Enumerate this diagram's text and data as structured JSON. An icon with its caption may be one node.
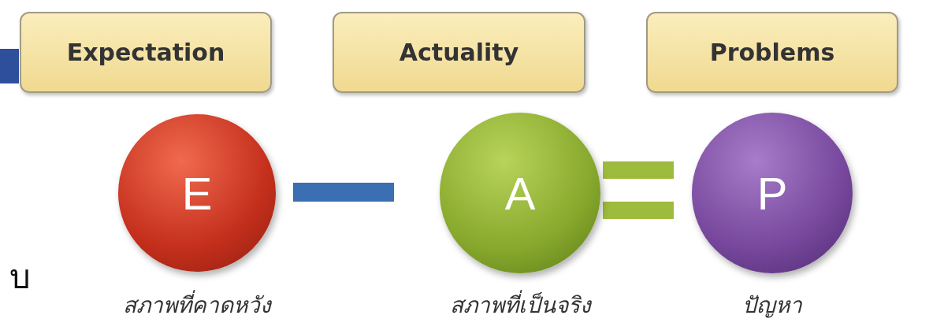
{
  "diagram": {
    "nodes": [
      {
        "text": [
          "Expectation"
        ]
      },
      {
        "text": [
          "Actuality"
        ]
      },
      {
        "text": [
          "Problems"
        ]
      },
      {
        "text": [
          "E"
        ],
        "beside": [
          "สภาพที่คาดหวัง"
        ]
      },
      {
        "text": [
          "A"
        ],
        "beside": [
          "สภาพที่เป็นจริง"
        ]
      },
      {
        "text": [
          "P"
        ],
        "beside": [
          "ปัญหา"
        ]
      }
    ],
    "labels": [
      "บ"
    ]
  }
}
